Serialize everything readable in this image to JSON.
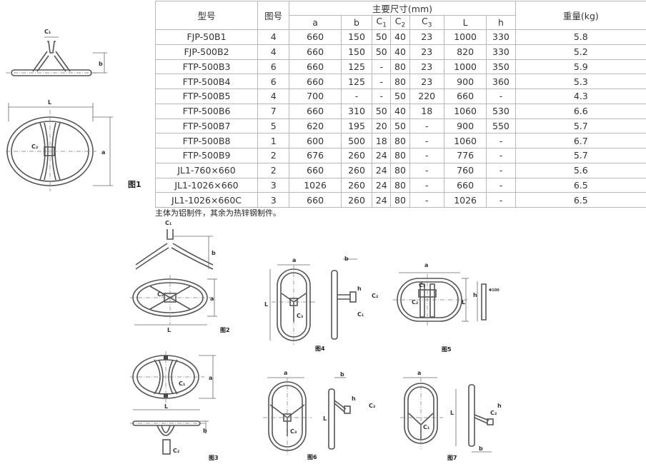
{
  "table": {
    "h_model": "型号",
    "h_fig": "图号",
    "h_dims": "主要尺寸(mm)",
    "h_weight": "重量(kg)",
    "sub": [
      {
        "t": "a",
        "s": ""
      },
      {
        "t": "b",
        "s": ""
      },
      {
        "t": "C",
        "s": "1"
      },
      {
        "t": "C",
        "s": "2"
      },
      {
        "t": "C",
        "s": "3"
      },
      {
        "t": "L",
        "s": ""
      },
      {
        "t": "h",
        "s": ""
      }
    ],
    "rows": [
      [
        "FJP-50B1",
        "4",
        "660",
        "150",
        "50",
        "40",
        "23",
        "1000",
        "330",
        "5.8"
      ],
      [
        "FJP-500B2",
        "4",
        "660",
        "150",
        "50",
        "40",
        "23",
        "820",
        "330",
        "5.2"
      ],
      [
        "FTP-500B3",
        "6",
        "660",
        "125",
        "-",
        "80",
        "23",
        "1000",
        "350",
        "5.9"
      ],
      [
        "FTP-500B4",
        "6",
        "660",
        "125",
        "-",
        "80",
        "23",
        "900",
        "360",
        "5.3"
      ],
      [
        "FTP-500B5",
        "4",
        "700",
        "-",
        "-",
        "50",
        "220",
        "660",
        "-",
        "4.3"
      ],
      [
        "FTP-500B6",
        "7",
        "660",
        "310",
        "50",
        "40",
        "18",
        "1060",
        "530",
        "6.6"
      ],
      [
        "FTP-500B7",
        "5",
        "620",
        "195",
        "20",
        "50",
        "-",
        "900",
        "550",
        "5.7"
      ],
      [
        "FTP-500B8",
        "1",
        "600",
        "500",
        "18",
        "80",
        "-",
        "1060",
        "-",
        "6.7"
      ],
      [
        "FTP-500B9",
        "2",
        "676",
        "260",
        "24",
        "80",
        "-",
        "776",
        "-",
        "5.7"
      ],
      [
        "JL1-760×660",
        "2",
        "660",
        "260",
        "24",
        "80",
        "-",
        "760",
        "-",
        "5.6"
      ],
      [
        "JL1-1026×660",
        "3",
        "1026",
        "260",
        "24",
        "80",
        "-",
        "660",
        "-",
        "6.5"
      ],
      [
        "JL1-1026×660C",
        "3",
        "660",
        "260",
        "24",
        "80",
        "-",
        "1026",
        "-",
        "6.5"
      ]
    ]
  },
  "note": "主体为铝制件，其余为热锌钢制件。",
  "figures": {
    "fig1": "图1",
    "fig2": "图2",
    "fig3": "图3",
    "fig4": "图4",
    "fig5": "图5",
    "fig6": "图6",
    "fig7": "图7"
  },
  "dim_labels": {
    "a": "a",
    "b": "b",
    "L": "L",
    "h": "h",
    "c1": "C₁",
    "c2": "C₂",
    "c3": "C₃",
    "hole100": "Φ100"
  }
}
